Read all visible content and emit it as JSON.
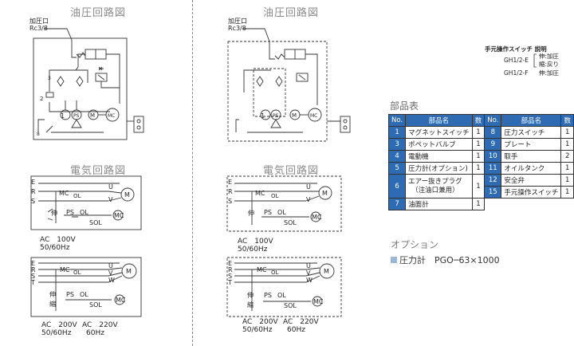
{
  "diagrams": {
    "hydraulic_title": "油圧回路図",
    "electric_title": "電気回路図",
    "port_label": "加圧口",
    "port_size": "Rc3/8",
    "line_labels": {
      "E": "E",
      "R": "R",
      "S": "S",
      "T": "T"
    },
    "motor_terms": {
      "U": "U",
      "V": "V",
      "W": "W"
    },
    "relay_mc": "MC",
    "relay_ol": "OL",
    "motor_m": "M",
    "sw_ps": "PS",
    "sw_ol": "OL",
    "sol": "SOL",
    "sw_nobu": "伸",
    "sw_chijimi": "縮",
    "ac_100": "AC　100V",
    "freq_50_60": "50/60Hz",
    "ac_200": "AC　200V",
    "ac_220": "AC　220V",
    "freq_60": "60Hz"
  },
  "switch_info": {
    "title": "手元操作スイッチ 説明",
    "e_model": "GH1/2-E",
    "e_line1": "伸:加圧",
    "e_line2": "縮:戻り",
    "f_model": "GH1/2-F",
    "f_line1": "伸:加圧"
  },
  "parts": {
    "section_title": "部品表",
    "headers": {
      "no": "No.",
      "name": "部品名",
      "qty": "数"
    },
    "left": [
      {
        "no": "1",
        "name": "マグネットスイッチ",
        "qty": "1"
      },
      {
        "no": "3",
        "name": "ポペットバルブ",
        "qty": "1"
      },
      {
        "no": "4",
        "name": "電動機",
        "qty": "1"
      },
      {
        "no": "5",
        "name": "圧力計(オプション)",
        "qty": "1"
      },
      {
        "no": "6",
        "name_line1": "エアー抜きプラグ",
        "name_line2": "（注油口兼用）",
        "qty": "1"
      },
      {
        "no": "7",
        "name": "油面計",
        "qty": "1"
      }
    ],
    "right": [
      {
        "no": "8",
        "name": "圧力スイッチ",
        "qty": "1"
      },
      {
        "no": "9",
        "name": "プレート",
        "qty": "1"
      },
      {
        "no": "10",
        "name": "取手",
        "qty": "2"
      },
      {
        "no": "11",
        "name": "オイルタンク",
        "qty": "1"
      },
      {
        "no": "12",
        "name": "安全弁",
        "qty": "1"
      },
      {
        "no": "15",
        "name": "手元操作スイッチ",
        "qty": "1"
      }
    ]
  },
  "option": {
    "title": "オプション",
    "item": "圧力計　PGO─63×1000"
  }
}
